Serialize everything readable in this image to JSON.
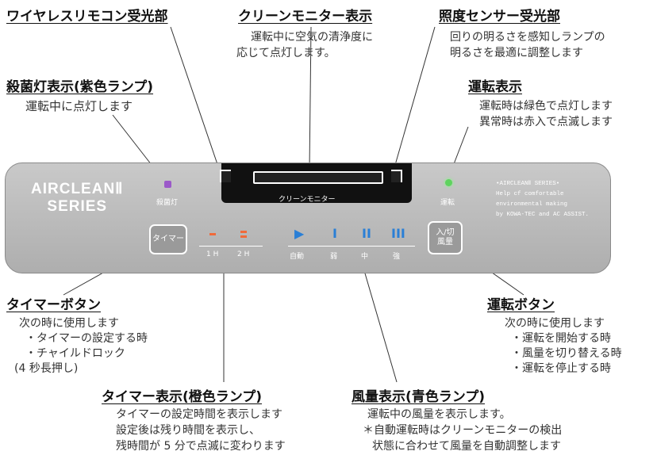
{
  "annotations": {
    "wireless": {
      "title": "ワイヤレスリモコン受光部"
    },
    "clean_monitor": {
      "title": "クリーンモニター表示",
      "lines": [
        "運転中に空気の清浄度に",
        "応じて点灯します。"
      ]
    },
    "illuminance": {
      "title": "照度センサー受光部",
      "lines": [
        "回りの明るさを感知しランプの",
        "明るさを最適に調整します"
      ]
    },
    "sterilize": {
      "title": "殺菌灯表示(紫色ランプ)",
      "lines": [
        "運転中に点灯します"
      ]
    },
    "run_display": {
      "title": "運転表示",
      "lines": [
        "運転時は緑色で点灯します",
        "異常時は赤入で点滅します"
      ]
    },
    "timer_button": {
      "title": "タイマーボタン",
      "lines": [
        "次の時に使用します",
        "・タイマーの設定する時",
        "・チャイルドロック",
        "(4 秒長押し)"
      ]
    },
    "run_button": {
      "title": "運転ボタン",
      "lines": [
        "次の時に使用します",
        "・運転を開始する時",
        "・風量を切り替える時",
        "・運転を停止する時"
      ]
    },
    "timer_display": {
      "title": "タイマー表示(橙色ランプ)",
      "lines": [
        "タイマーの設定時間を表示します",
        "設定後は残り時間を表示し、",
        "残時間が 5 分で点滅に変わります"
      ]
    },
    "fan_display": {
      "title": "風量表示(青色ランプ)",
      "lines": [
        "運転中の風量を表示します。",
        "＊自動運転時はクリーンモニターの検出",
        "状態に合わせて風量を自動調整します"
      ]
    }
  },
  "panel": {
    "brand_line1": "AIRCLEANⅡ",
    "brand_line2": "SERIES",
    "sterilize_label": "殺菌灯",
    "monitor_label": "クリーンモニター",
    "run_label": "運転",
    "timer_button": "タイマー",
    "run_button_line1": "入/切",
    "run_button_line2": "風量",
    "timer_1h": "1 H",
    "timer_2h": "2 H",
    "fan_labels": [
      "自動",
      "弱",
      "中",
      "強"
    ],
    "fan_icons": [
      "▶",
      "I",
      "II",
      "III"
    ],
    "info_lines": [
      "•AIRCLEANⅡ SERIES•",
      "Help cf comfortable",
      "environmental making",
      "by KOWA-TEC and AC ASSIST."
    ]
  },
  "colors": {
    "sterilize_led": "#9b59c9",
    "run_led": "#5fd35f",
    "timer_led": "#f06a3a",
    "fan_led": "#2a7fd6"
  }
}
